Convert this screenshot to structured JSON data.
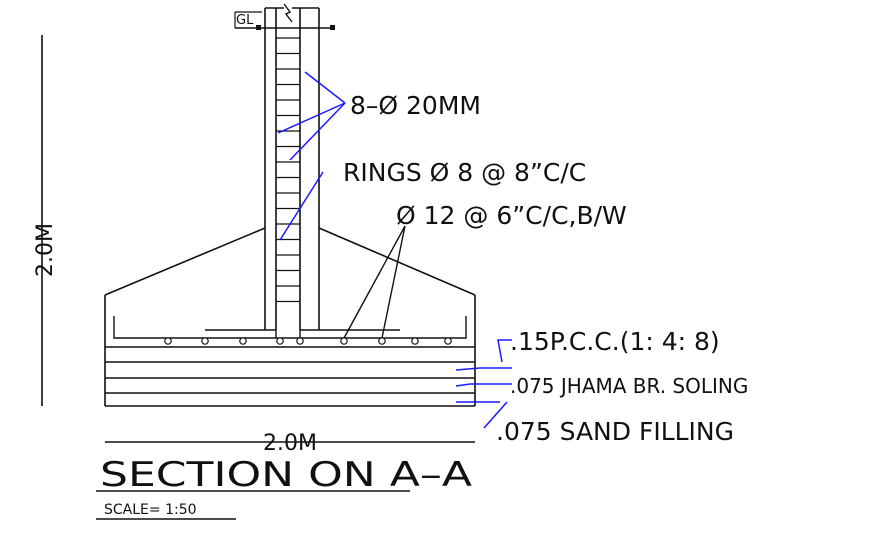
{
  "drawing": {
    "gl_label": "GL",
    "vertical_dimension": "2.0M",
    "horizontal_dimension": "2.0M",
    "main_bars": "8–Ø 20MM",
    "rings": "RINGS Ø 8 @ 8”C/C",
    "bottom_mesh": "Ø 12 @  6”C/C,B/W",
    "pcc_layer": ".15P.C.C.(1: 4: 8)",
    "jhama_layer": ".075 JHAMA BR. SOLING",
    "sand_layer": ".075 SAND FILLING",
    "title": "SECTION ON A–A",
    "scale": "SCALE= 1:50"
  },
  "colors": {
    "line": "#111111",
    "leader": "#1a1aff"
  }
}
